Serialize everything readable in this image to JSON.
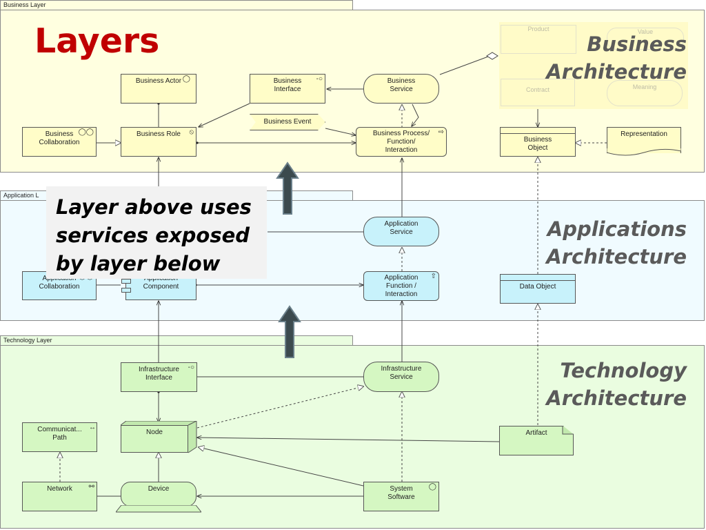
{
  "slide": {
    "title": "Layers",
    "callout": "Layer above uses services exposed by layer below"
  },
  "layers": {
    "business": {
      "tab": "Business Layer",
      "label_line1": "Business",
      "label_line2": "Architecture"
    },
    "application": {
      "tab": "Application L",
      "label_line1": "Applications",
      "label_line2": "Architecture"
    },
    "technology": {
      "tab": "Technology Layer",
      "label_line1": "Technology",
      "label_line2": "Architecture"
    }
  },
  "business_elements": {
    "actor": "Business Actor",
    "interface_1": "Business",
    "interface_2": "Interface",
    "service_1": "Business",
    "service_2": "Service",
    "collaboration_1": "Business",
    "collaboration_2": "Collaboration",
    "role": "Business Role",
    "event": "Business Event",
    "process_1": "Business Process/",
    "process_2": "Function/",
    "process_3": "Interaction",
    "object_1": "Business",
    "object_2": "Object",
    "representation": "Representation",
    "product": "Product",
    "contract": "Contract",
    "value": "Value",
    "meaning": "Meaning"
  },
  "application_elements": {
    "service_1": "Application",
    "service_2": "Service",
    "collaboration_1": "Application",
    "collaboration_2": "Collaboration",
    "component_1": "Application",
    "component_2": "Component",
    "function_1": "Application",
    "function_2": "Function /",
    "function_3": "Interaction",
    "data_object": "Data Object"
  },
  "technology_elements": {
    "interface_1": "Infrastructure",
    "interface_2": "Interface",
    "service_1": "Infrastructure",
    "service_2": "Service",
    "comm_path_1": "Communicat...",
    "comm_path_2": "Path",
    "node": "Node",
    "artifact": "Artifact",
    "network": "Network",
    "device": "Device",
    "system_software_1": "System",
    "system_software_2": "Software"
  },
  "colors": {
    "business_fill": "#fffdc8",
    "business_layer_bg": "#ffffe0",
    "application_fill": "#c8f2fb",
    "application_layer_bg": "#f0fbff",
    "technology_fill": "#d5f7c2",
    "technology_layer_bg": "#eafde0",
    "title_red": "#c00000",
    "arrow_fill": "#3c4a4e"
  }
}
